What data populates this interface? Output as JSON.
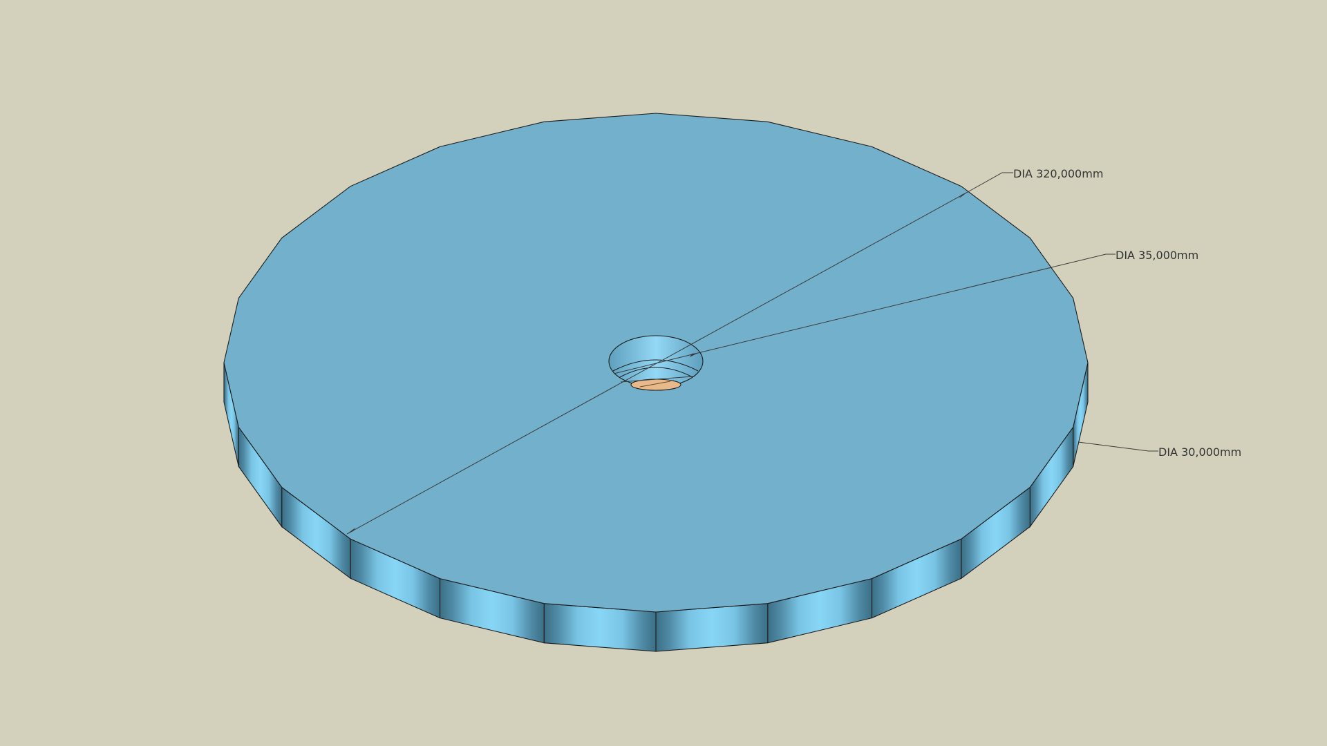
{
  "colors": {
    "background": "#d3d1bb",
    "top_face": "#72b0cb",
    "side_face_light": "#86d5f5",
    "side_face_dark": "#3b6f86",
    "hole_wall": "#8fd3f0",
    "hole_bottom": "#e8b98a",
    "edge": "#1c1c1c",
    "dimension_line": "#3a3a3a"
  },
  "dimensions": [
    {
      "label": "DIA 320,000mm"
    },
    {
      "label": "DIA 35,000mm"
    },
    {
      "label": "DIA 30,000mm"
    }
  ]
}
